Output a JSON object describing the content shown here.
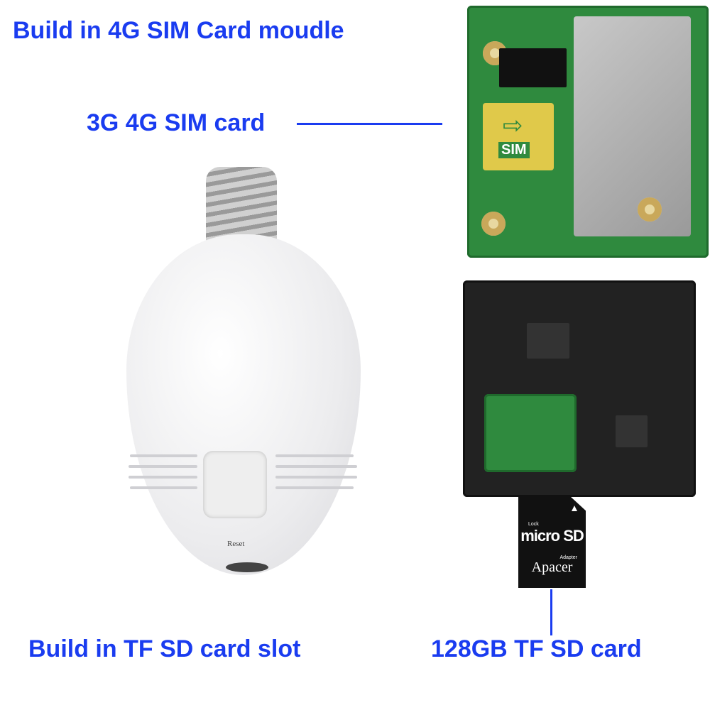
{
  "labels": {
    "top": "Build in 4G SIM Card moudle",
    "sim": "3G 4G SIM card",
    "bottom_left": "Build in TF SD card slot",
    "bottom_right": "128GB TF SD card"
  },
  "bulb": {
    "reset_label": "Reset"
  },
  "sim_module": {
    "sim_text": "SIM"
  },
  "sd_card": {
    "lock": "Lock",
    "micro": "micro SD",
    "adapter": "Adapter",
    "brand": "Apacer"
  },
  "colors": {
    "label": "#1a3cf0"
  }
}
